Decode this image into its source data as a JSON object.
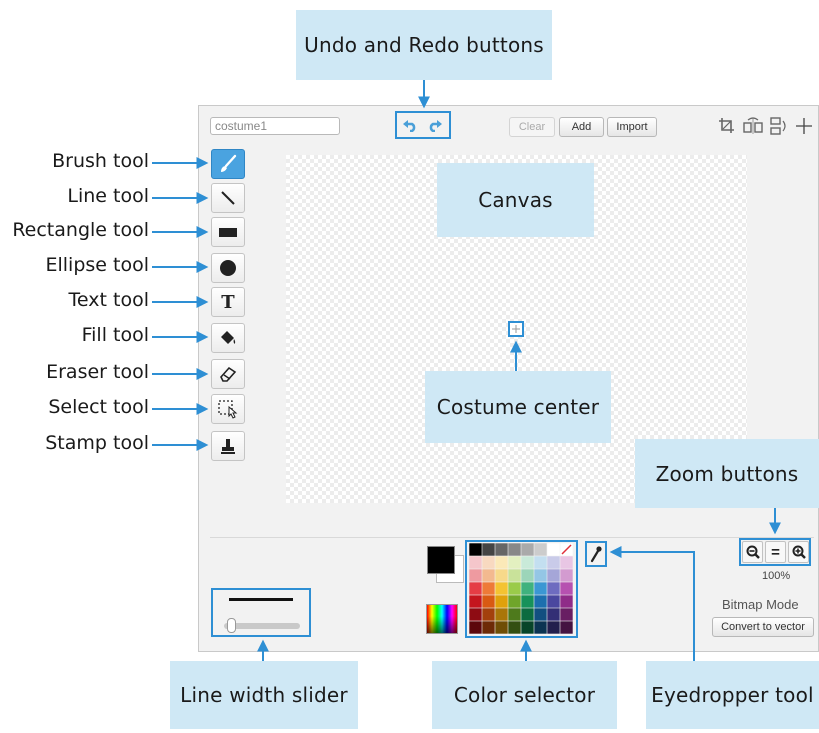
{
  "callouts": {
    "undo_redo": "Undo and Redo buttons",
    "canvas": "Canvas",
    "costume_center": "Costume center",
    "zoom": "Zoom buttons",
    "line_width": "Line width slider",
    "color_selector": "Color selector",
    "eyedropper": "Eyedropper tool"
  },
  "tools": [
    {
      "label": "Brush tool"
    },
    {
      "label": "Line tool"
    },
    {
      "label": "Rectangle tool"
    },
    {
      "label": "Ellipse tool"
    },
    {
      "label": "Text tool"
    },
    {
      "label": "Fill tool"
    },
    {
      "label": "Eraser tool"
    },
    {
      "label": "Select tool"
    },
    {
      "label": "Stamp tool"
    }
  ],
  "editor": {
    "costume_name": "costume1",
    "clear_label": "Clear",
    "add_label": "Add",
    "import_label": "Import",
    "zoom_level": "100%",
    "mode_label": "Bitmap Mode",
    "convert_label": "Convert to vector",
    "text_tool_glyph": "T",
    "zoom_out_glyph": "−",
    "zoom_reset_glyph": "=",
    "zoom_in_glyph": "+"
  },
  "colors": {
    "accent": "#2e8fd4",
    "callout_bg": "#cfe8f5",
    "tool_active": "#4aa3e0",
    "palette": [
      [
        "#000000",
        "#444444",
        "#666666",
        "#888888",
        "#aaaaaa",
        "#cccccc",
        "#ffffff",
        "none"
      ],
      [
        "#f5c6cb",
        "#f8d9c0",
        "#fbe9b8",
        "#e3f0c0",
        "#c9ead9",
        "#c3dff0",
        "#c9cbe9",
        "#e8c6e4"
      ],
      [
        "#ee9aa0",
        "#f3b98f",
        "#f7d98a",
        "#c9e29a",
        "#9cd5b9",
        "#94c6e5",
        "#a5a6d8",
        "#d39bd0"
      ],
      [
        "#e53d45",
        "#ee7a38",
        "#f4c331",
        "#9acb4a",
        "#3fb27e",
        "#3b97d3",
        "#6e6cc0",
        "#b651b0"
      ],
      [
        "#c4161e",
        "#d95a13",
        "#e0a10b",
        "#6fa52a",
        "#16925a",
        "#1c6fae",
        "#4a479f",
        "#8f2c88"
      ],
      [
        "#8e0c13",
        "#a3400c",
        "#a97609",
        "#4e7a1c",
        "#0c6b40",
        "#124f80",
        "#332f75",
        "#681e63"
      ],
      [
        "#5c070b",
        "#6d2a07",
        "#6f4e06",
        "#334f12",
        "#074529",
        "#0b3452",
        "#221f4d",
        "#441341"
      ]
    ]
  }
}
